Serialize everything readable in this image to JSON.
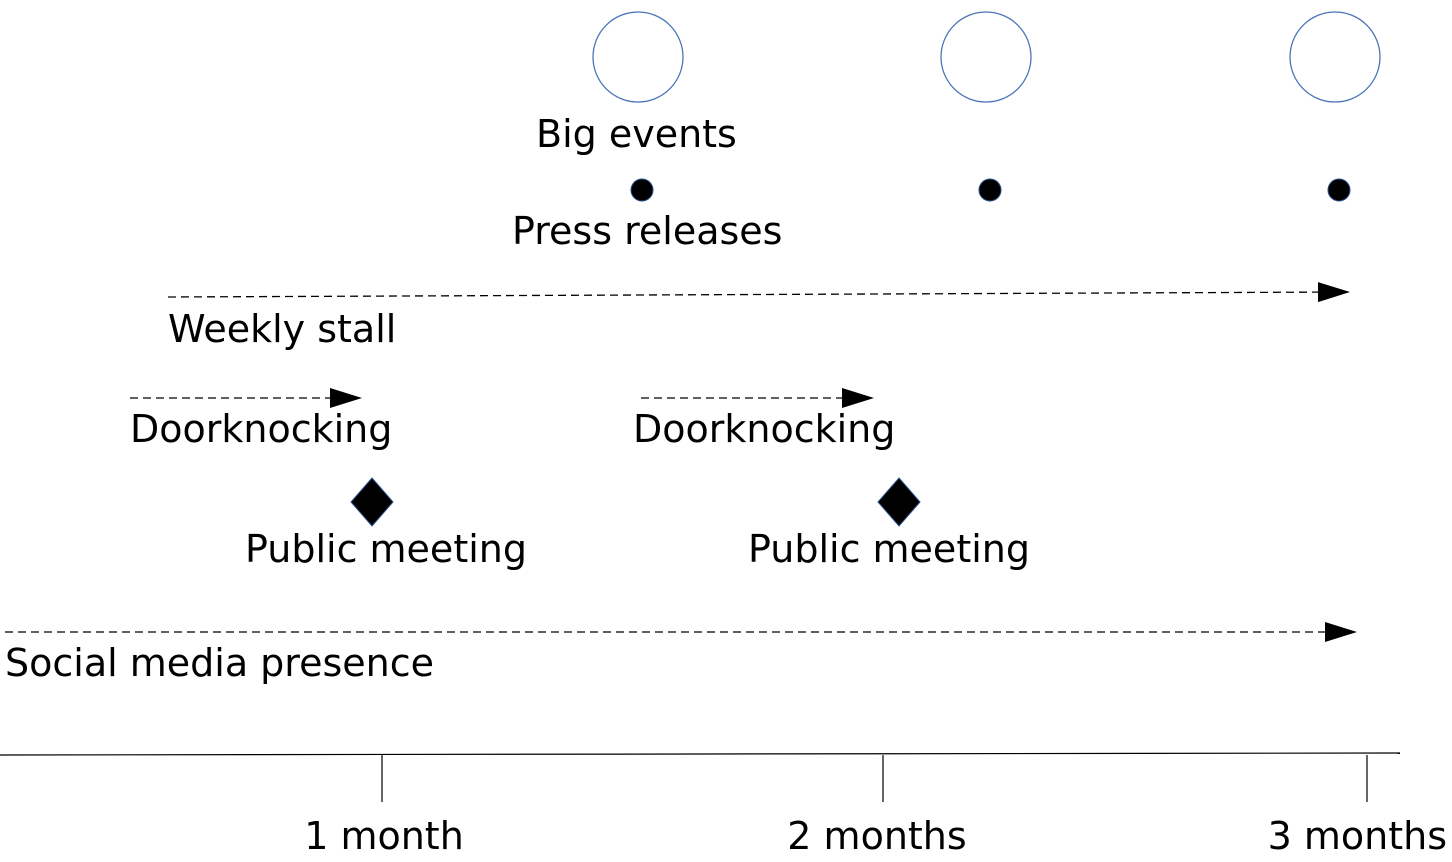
{
  "colors": {
    "circle_stroke": "#4a74b8",
    "marker_fill": "#000000",
    "line": "#000000",
    "text": "#000000"
  },
  "activities": {
    "big_events": {
      "label": "Big events",
      "count": 3
    },
    "press_releases": {
      "label": "Press releases",
      "count": 3
    },
    "weekly_stall": {
      "label": "Weekly stall"
    },
    "doorknocking": [
      {
        "label": "Doorknocking"
      },
      {
        "label": "Doorknocking"
      }
    ],
    "public_meeting": [
      {
        "label": "Public meeting"
      },
      {
        "label": "Public meeting"
      }
    ],
    "social_media": {
      "label": "Social media presence"
    }
  },
  "timeline": {
    "ticks": [
      {
        "label": "1 month"
      },
      {
        "label": "2 months"
      },
      {
        "label": "3 months"
      }
    ]
  }
}
